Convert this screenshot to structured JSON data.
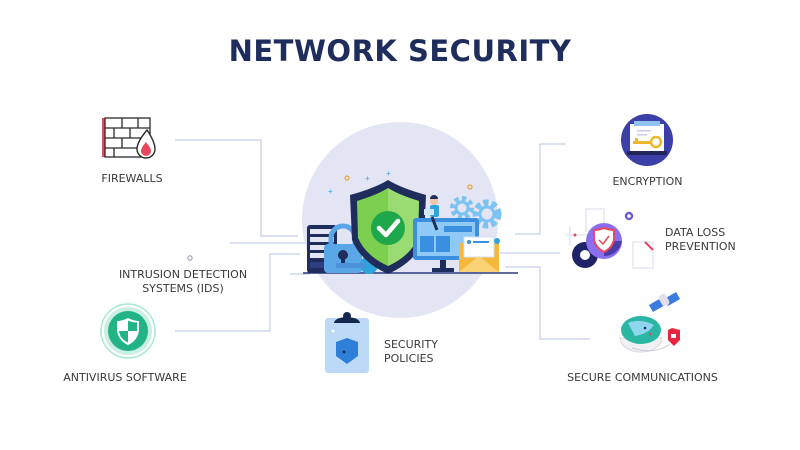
{
  "title": "NETWORK SECURITY",
  "center": {
    "illustration": "shield-check-with-lock-monitor-envelope"
  },
  "items": [
    {
      "id": "firewalls",
      "label": "FIREWALLS",
      "icon": "firewall-brick-flame-icon"
    },
    {
      "id": "ids",
      "label_line1": "INTRUSION DETECTION",
      "label_line2": "SYSTEMS (IDS)",
      "icon": "small-circle-icon"
    },
    {
      "id": "antivirus",
      "label": "ANTIVIRUS SOFTWARE",
      "icon": "antivirus-shield-icon"
    },
    {
      "id": "policies",
      "label_line1": "SECURITY",
      "label_line2": "POLICIES",
      "icon": "clipboard-shield-icon"
    },
    {
      "id": "encryption",
      "label": "ENCRYPTION",
      "icon": "laptop-key-icon"
    },
    {
      "id": "dlp",
      "label_line1": "DATA LOSS",
      "label_line2": "PREVENTION",
      "icon": "shield-gear-documents-icon"
    },
    {
      "id": "comms",
      "label": "SECURE COMMUNICATIONS",
      "icon": "globe-satellite-lock-icon"
    }
  ],
  "colors": {
    "title": "#1f2d5c",
    "connector": "#b8c3e6",
    "circle": "#e3e5f5",
    "firewall_red": "#e8475f",
    "antivirus_green": "#22b487",
    "encryption_purple": "#3d3fa8",
    "key_gold": "#f2b62b",
    "shield_green": "#7ccf4f"
  }
}
